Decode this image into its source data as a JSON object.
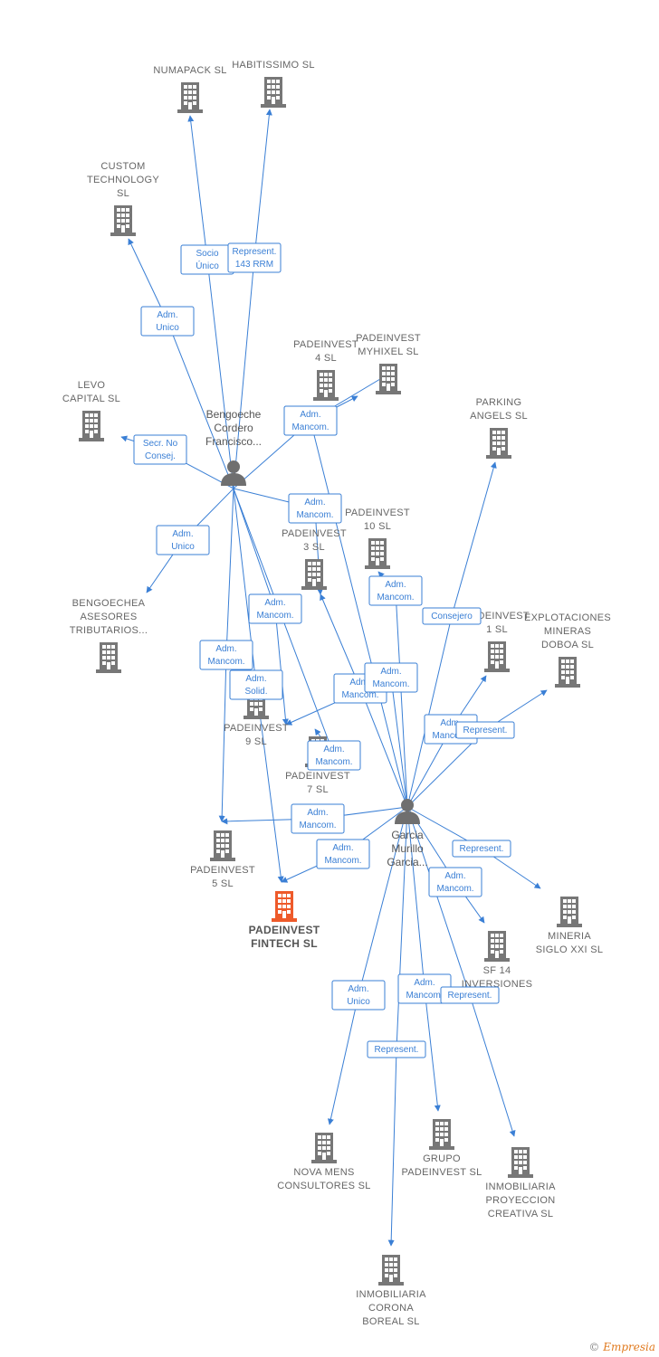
{
  "colors": {
    "edge": "#3a7fd5",
    "building": "#777777",
    "focus": "#ee5a2a",
    "person": "#6f6f6f"
  },
  "persons": [
    {
      "id": "p1",
      "lines": [
        "Bengoeche",
        "Cordero",
        "Francisco..."
      ]
    },
    {
      "id": "p2",
      "lines": [
        "Garcia",
        "Murillo",
        "Garcia..."
      ]
    }
  ],
  "companies": [
    {
      "id": "numapack",
      "lines": [
        "NUMAPACK  SL"
      ]
    },
    {
      "id": "habitissimo",
      "lines": [
        "HABITISSIMO SL"
      ]
    },
    {
      "id": "custom",
      "lines": [
        "CUSTOM",
        "TECHNOLOGY",
        "SL"
      ]
    },
    {
      "id": "levo",
      "lines": [
        "LEVO",
        "CAPITAL  SL"
      ]
    },
    {
      "id": "pi4",
      "lines": [
        "PADEINVEST",
        "4 SL"
      ]
    },
    {
      "id": "myhixel",
      "lines": [
        "PADEINVEST",
        "MYHIXEL  SL"
      ]
    },
    {
      "id": "parking",
      "lines": [
        "PARKING",
        "ANGELS SL"
      ]
    },
    {
      "id": "pi10",
      "lines": [
        "PADEINVEST",
        "10  SL"
      ]
    },
    {
      "id": "pi3",
      "lines": [
        "PADEINVEST",
        "3 SL"
      ]
    },
    {
      "id": "bengoechea",
      "lines": [
        "BENGOECHEA",
        "ASESORES",
        "TRIBUTARIOS..."
      ]
    },
    {
      "id": "pi1",
      "lines": [
        "PADEINVEST",
        "1 SL"
      ]
    },
    {
      "id": "explot",
      "lines": [
        "EXPLOTACIONES",
        "MINERAS",
        "DOBOA  SL"
      ]
    },
    {
      "id": "pi9",
      "lines": [
        "PADEINVEST",
        "9  SL"
      ]
    },
    {
      "id": "pi7",
      "lines": [
        "PADEINVEST",
        "7  SL"
      ]
    },
    {
      "id": "pi5",
      "lines": [
        "PADEINVEST",
        "5  SL"
      ]
    },
    {
      "id": "fintech",
      "lines": [
        "PADEINVEST",
        "FINTECH  SL"
      ],
      "focus": true
    },
    {
      "id": "sf14",
      "lines": [
        "SF 14",
        "INVERSIONES"
      ]
    },
    {
      "id": "mineria",
      "lines": [
        "MINERIA",
        "SIGLO XXI  SL"
      ]
    },
    {
      "id": "nova",
      "lines": [
        "NOVA MENS",
        "CONSULTORES SL"
      ]
    },
    {
      "id": "grupo",
      "lines": [
        "GRUPO",
        "PADEINVEST SL"
      ]
    },
    {
      "id": "proyeccion",
      "lines": [
        "INMOBILIARIA",
        "PROYECCION",
        "CREATIVA SL"
      ]
    },
    {
      "id": "corona",
      "lines": [
        "INMOBILIARIA",
        "CORONA",
        "BOREAL SL"
      ]
    }
  ],
  "edges": [
    {
      "from": "p1",
      "to": "numapack",
      "lines": [
        "Socio",
        "Único"
      ]
    },
    {
      "from": "p1",
      "to": "habitissimo",
      "lines": [
        "Represent.",
        "143 RRM"
      ]
    },
    {
      "from": "p1",
      "to": "custom",
      "lines": [
        "Adm.",
        "Unico"
      ]
    },
    {
      "from": "p1",
      "to": "levo",
      "lines": [
        "Secr.  No",
        "Consej."
      ]
    },
    {
      "from": "p1",
      "to": "pi4",
      "lines": [
        "Adm.",
        "Mancom."
      ]
    },
    {
      "from": "p1",
      "to": "pi3",
      "lines": [
        "Adm.",
        "Mancom."
      ]
    },
    {
      "from": "p1",
      "to": "bengoechea",
      "lines": [
        "Adm.",
        "Unico"
      ]
    },
    {
      "from": "p1",
      "to": "pi9",
      "lines": [
        "Adm.",
        "Mancom."
      ]
    },
    {
      "from": "p1",
      "to": "pi5",
      "lines": [
        "Adm.",
        "Mancom."
      ]
    },
    {
      "from": "p1",
      "to": "fintech",
      "lines": [
        "Adm.",
        "Solid."
      ]
    },
    {
      "from": "p1",
      "to": "pi7",
      "lines": [
        "Adm.",
        "Mancom."
      ]
    },
    {
      "from": "p2",
      "to": "myhixel",
      "lines": [
        "Adm.",
        "Mancom."
      ]
    },
    {
      "from": "p2",
      "to": "pi10",
      "lines": [
        "Adm.",
        "Mancom."
      ]
    },
    {
      "from": "p2",
      "to": "parking",
      "lines": [
        "Consejero"
      ]
    },
    {
      "from": "p2",
      "to": "pi3",
      "lines": [
        "Adm.",
        "Mancom."
      ]
    },
    {
      "from": "p2",
      "to": "pi1",
      "lines": [
        "Adm.",
        "Mancom."
      ]
    },
    {
      "from": "p2",
      "to": "explot",
      "lines": [
        "Represent."
      ]
    },
    {
      "from": "p2",
      "to": "pi9",
      "lines": [
        "Adm.",
        "Mancom."
      ]
    },
    {
      "from": "p2",
      "to": "pi5",
      "lines": [
        "Adm.",
        "Mancom."
      ]
    },
    {
      "from": "p2",
      "to": "fintech",
      "lines": [
        "Adm.",
        "Mancom."
      ]
    },
    {
      "from": "p2",
      "to": "mineria",
      "lines": [
        "Represent."
      ]
    },
    {
      "from": "p2",
      "to": "sf14",
      "lines": [
        "Adm.",
        "Mancom."
      ]
    },
    {
      "from": "p2",
      "to": "nova",
      "lines": [
        "Adm.",
        "Unico"
      ]
    },
    {
      "from": "p2",
      "to": "grupo",
      "lines": [
        "Adm.",
        "Mancom."
      ]
    },
    {
      "from": "p2",
      "to": "proyeccion",
      "lines": [
        "Represent."
      ]
    },
    {
      "from": "p2",
      "to": "corona",
      "lines": [
        "Represent."
      ]
    }
  ],
  "footer": {
    "copyright": "©",
    "brand": "Empresia"
  }
}
